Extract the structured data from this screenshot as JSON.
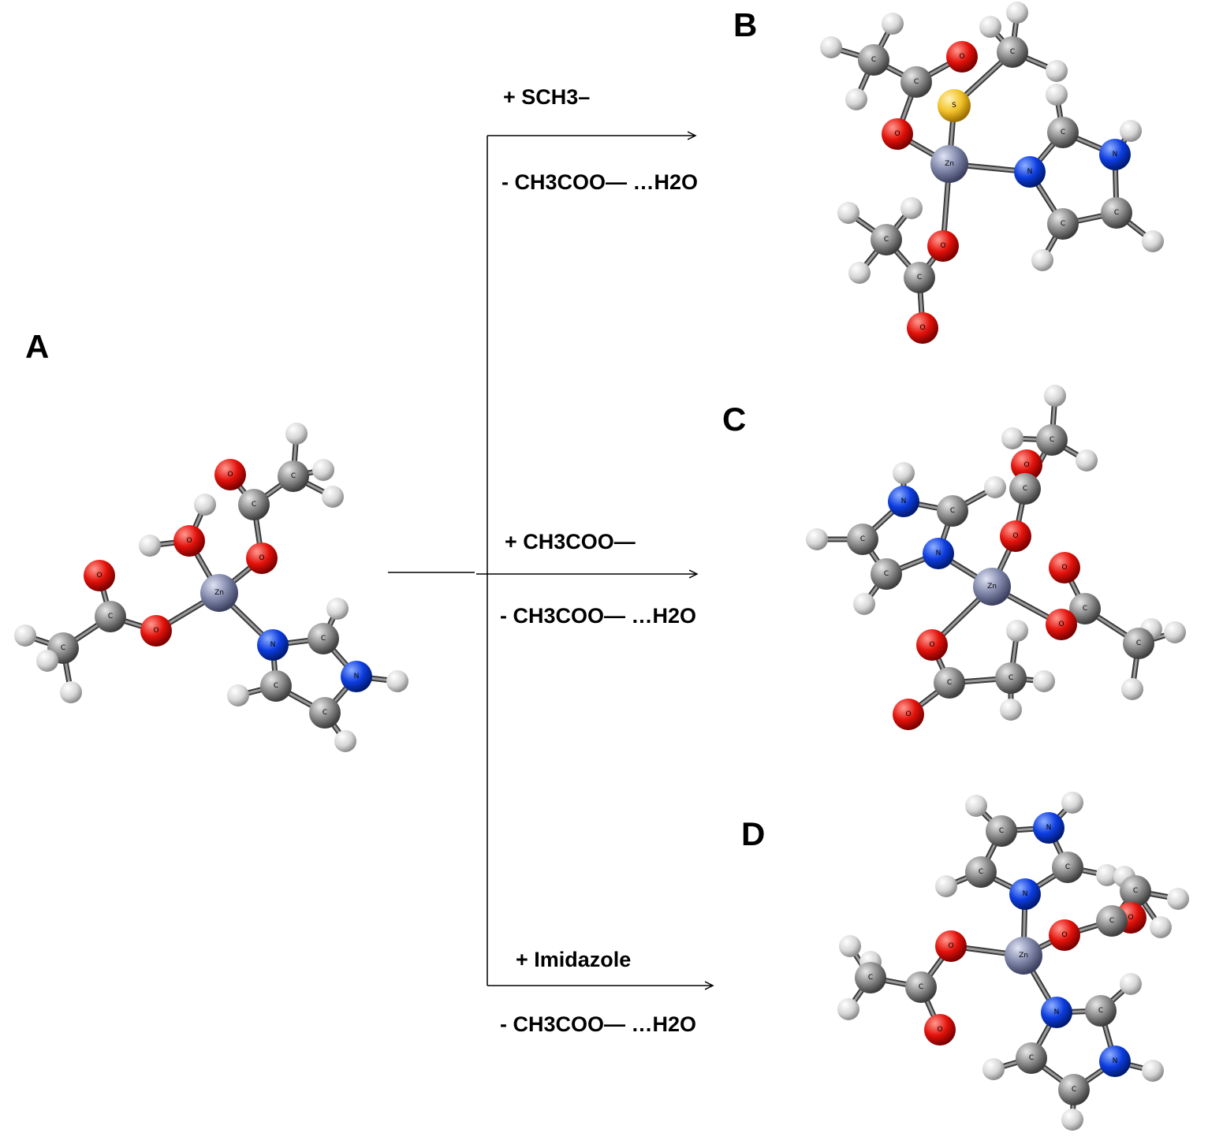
{
  "panels": [
    {
      "id": "A",
      "label": "A"
    },
    {
      "id": "B",
      "label": "B"
    },
    {
      "id": "C",
      "label": "C"
    },
    {
      "id": "D",
      "label": "D"
    }
  ],
  "reactions": [
    {
      "target": "B",
      "reagent": "+ SCH3–",
      "byproduct": "- CH3COO— …H2O"
    },
    {
      "target": "C",
      "reagent": "+ CH3COO—",
      "byproduct": "- CH3COO— …H2O"
    },
    {
      "target": "D",
      "reagent": "+ Imidazole",
      "byproduct": "- CH3COO— …H2O"
    }
  ],
  "atom_elements": {
    "H": {
      "symbol": "",
      "color": "#d9d9d9"
    },
    "C": {
      "symbol": "C",
      "color": "#8a8a8a"
    },
    "O": {
      "symbol": "O",
      "color": "#e3120b"
    },
    "N": {
      "symbol": "N",
      "color": "#0d3de0"
    },
    "S": {
      "symbol": "S",
      "color": "#f2c22a"
    },
    "Zn": {
      "symbol": "Zn",
      "color": "#7f86a8"
    }
  }
}
